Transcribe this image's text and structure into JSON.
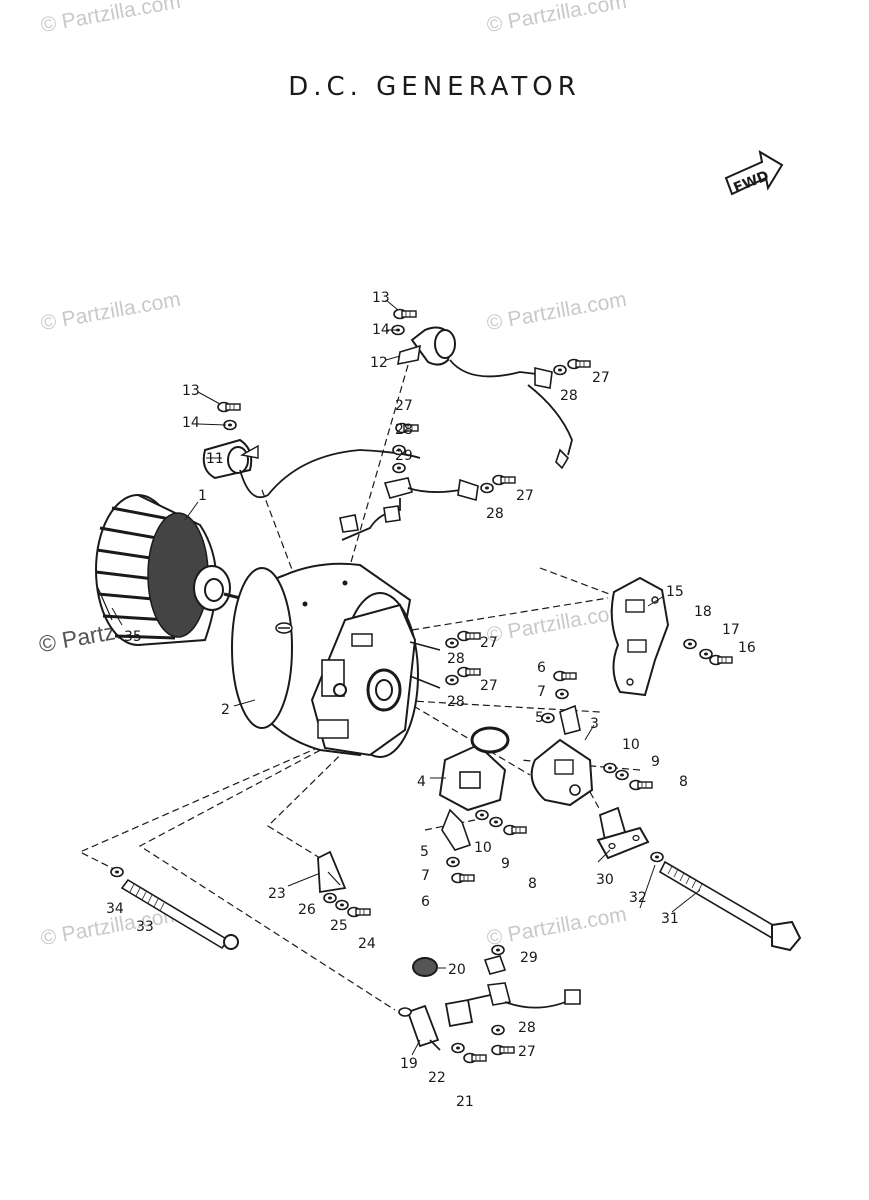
{
  "title": "D.C.   GENERATOR",
  "fwd_label": "FWD",
  "watermark": "© Partzilla.com",
  "callouts": [
    "1",
    "2",
    "3",
    "4",
    "5",
    "5",
    "6",
    "6",
    "7",
    "7",
    "8",
    "8",
    "9",
    "9",
    "10",
    "10",
    "11",
    "12",
    "13",
    "13",
    "14",
    "14",
    "15",
    "16",
    "17",
    "18",
    "19",
    "20",
    "21",
    "22",
    "23",
    "24",
    "25",
    "26",
    "27",
    "27",
    "27",
    "27",
    "27",
    "27",
    "28",
    "28",
    "28",
    "28",
    "28",
    "28",
    "29",
    "29",
    "30",
    "31",
    "32",
    "33",
    "34",
    "35"
  ]
}
